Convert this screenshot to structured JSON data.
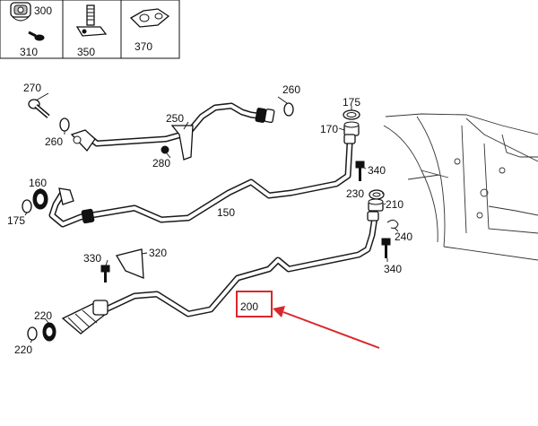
{
  "labels": {
    "l300": "300",
    "l310": "310",
    "l350": "350",
    "l370": "370",
    "l270": "270",
    "l260a": "260",
    "l250": "250",
    "l260b": "260",
    "l280": "280",
    "l175a": "175",
    "l170": "170",
    "l340a": "340",
    "l160": "160",
    "l175b": "175",
    "l150": "150",
    "l230": "230",
    "l210": "210",
    "l240": "240",
    "l340b": "340",
    "l330": "330",
    "l320": "320",
    "l200": "200",
    "l220a": "220",
    "l220b": "220"
  },
  "highlight": {
    "box_color": "#d9282b",
    "arrow_color": "#d9282b",
    "label": "200"
  }
}
